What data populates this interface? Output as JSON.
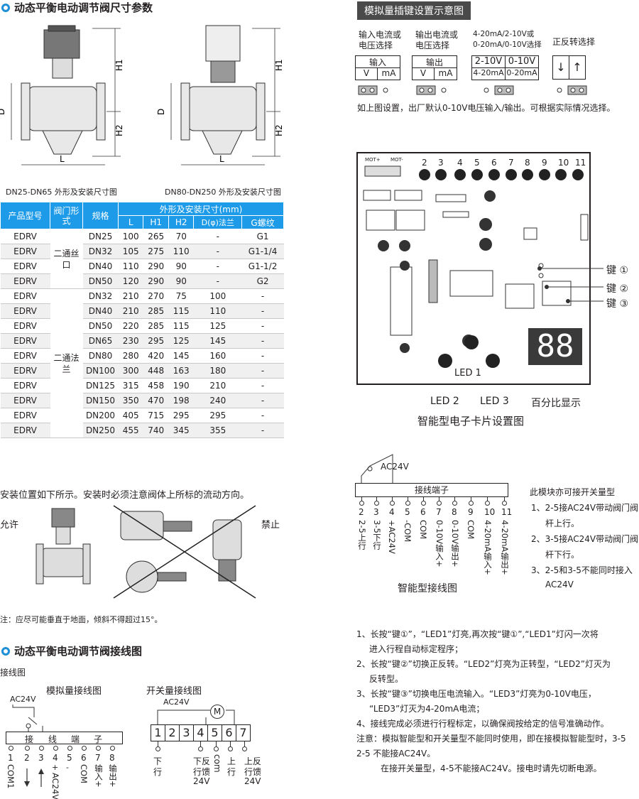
{
  "sections": {
    "dims_title": "动态平衡电动调节阀尺寸参数",
    "analog_title": "模拟量插键设置示意图",
    "wiring_title": "动态平衡电动调节阀接线图"
  },
  "drawings": {
    "caption_small": "DN25-DN65 外形及安装尺寸图",
    "caption_large": "DN80-DN250 外形及安装尺寸图",
    "dim_h1": "H1",
    "dim_h2": "H2",
    "dim_d": "D",
    "dim_l": "L"
  },
  "table": {
    "headers": {
      "model": "产品型号",
      "form": "阀门形式",
      "spec": "规格",
      "dims": "外形及安装尺寸(mm)",
      "l": "L",
      "h1": "H1",
      "h2": "H2",
      "flange": "D(φ)法兰",
      "thread": "G螺纹"
    },
    "group1_label": "二通丝口",
    "group2_label": "二通法兰",
    "rows": [
      [
        "EDRV",
        "DN25",
        "100",
        "265",
        "70",
        "-",
        "G1"
      ],
      [
        "EDRV",
        "DN32",
        "105",
        "275",
        "110",
        "-",
        "G1-1/4"
      ],
      [
        "EDRV",
        "DN40",
        "110",
        "290",
        "90",
        "-",
        "G1-1/2"
      ],
      [
        "EDRV",
        "DN50",
        "120",
        "290",
        "90",
        "-",
        "G2"
      ],
      [
        "EDRV",
        "DN32",
        "210",
        "270",
        "75",
        "100",
        "-"
      ],
      [
        "EDRV",
        "DN40",
        "210",
        "285",
        "115",
        "110",
        "-"
      ],
      [
        "EDRV",
        "DN50",
        "220",
        "285",
        "115",
        "125",
        "-"
      ],
      [
        "EDRV",
        "DN65",
        "230",
        "295",
        "125",
        "145",
        "-"
      ],
      [
        "EDRV",
        "DN80",
        "280",
        "420",
        "145",
        "160",
        "-"
      ],
      [
        "EDRV",
        "DN100",
        "300",
        "448",
        "163",
        "180",
        "-"
      ],
      [
        "EDRV",
        "DN125",
        "315",
        "458",
        "190",
        "210",
        "-"
      ],
      [
        "EDRV",
        "DN150",
        "350",
        "470",
        "198",
        "240",
        "-"
      ],
      [
        "EDRV",
        "DN200",
        "405",
        "715",
        "295",
        "295",
        "-"
      ],
      [
        "EDRV",
        "DN250",
        "455",
        "740",
        "345",
        "355",
        "-"
      ]
    ]
  },
  "install": {
    "text": "安装位置如下所示。安装时必须注意阀体上所标的流动方向。",
    "allow": "允许",
    "forbid": "禁止",
    "note": "注：应尽可能垂直于地面，倾斜不得超过15°。"
  },
  "jumpers": {
    "labels": [
      "输入电流或电压选择",
      "输出电流或电压选择",
      "4-20mA/2-10V或0-20mA/0-10V选择",
      "正反转选择"
    ],
    "label_lines": [
      [
        "输入电流或",
        "电压选择"
      ],
      [
        "输出电流或",
        "电压选择"
      ],
      [
        "4-20mA/2-10V或",
        "0-20mA/0-10V选择"
      ],
      [
        "正反转选择"
      ]
    ],
    "in_top": "输入",
    "in_v": "V",
    "in_ma": "mA",
    "out_top": "输出",
    "out_v": "V",
    "out_ma": "mA",
    "r1": "2-10V",
    "r2": "0-10V",
    "r3": "4-20mA",
    "r4": "0-20mA",
    "arrow_down": "↓",
    "arrow_up": "↑",
    "note": "如上图设置，出厂默认0-10V电压输入/输出。可根据实际情况选择。"
  },
  "card": {
    "terminal_numbers": [
      "2",
      "3",
      "4",
      "5",
      "6",
      "7",
      "8",
      "9",
      "10",
      "11"
    ],
    "mot_plus": "MOT+",
    "mot_minus": "MOT-",
    "key1": "键 ①",
    "key2": "键 ②",
    "key3": "键 ③",
    "led1": "LED 1",
    "led2": "LED 2",
    "led3": "LED 3",
    "display_value": "88",
    "display_label": "百分比显示",
    "caption": "智能型电子卡片设置图"
  },
  "smart_wiring": {
    "ac24v": "AC24V",
    "block_label": "接线端子",
    "terminals": [
      "2",
      "3",
      "4",
      "5",
      "6",
      "7",
      "8",
      "9",
      "10",
      "11"
    ],
    "functions": [
      "2-5上行",
      "3-5下行",
      "+AC24V",
      "-COM",
      "COM",
      "0-10V输入+",
      "0-10V输出+",
      "COM",
      "4-20mA输入+",
      "4-20mA输出+"
    ],
    "caption": "智能型接线图",
    "side_title": "此模块亦可接开关量型",
    "side_items": [
      "1、2-5接AC24V带动阀门阀杆上行。",
      "2、3-5接AC24V带动阀门阀杆下行。",
      "3、2-5和3-5不能同时接入AC24V"
    ],
    "side_lines": [
      [
        "1、2-5接AC24V带动阀门阀",
        "杆上行。"
      ],
      [
        "2、3-5接AC24V带动阀门阀",
        "杆下行。"
      ],
      [
        "3、2-5和3-5不能同时接入",
        "AC24V"
      ]
    ]
  },
  "instructions": [
    [
      "1、长按“键①”，“LED1”灯亮,再次按“键①”,“LED1”灯闪一次将",
      "进入行程自动标定程序；"
    ],
    [
      "2、长按“键②”切换正反转。“LED2”灯亮为正转型，“LED2”灯灭为",
      "反转型。"
    ],
    [
      "3、长按“键③”切换电压电流输入。“LED3”灯亮为0-10V电压，",
      "“LED3”灯灭为4-20mA电流；"
    ],
    [
      "4、接线完成必须进行行程标定，以确保阀按给定的信号准确动作。"
    ],
    [
      "注意：模拟智能型和开关量型不能同时使用，即在接模拟智能型时，3-5",
      "2-5 不能接AC24V。"
    ],
    [
      "在接开关量型，4-5不能接AC24V。接电时请先切断电源。"
    ]
  ],
  "bottom_wiring": {
    "sub_label": "接线图",
    "analog_title": "模拟量接线图",
    "analog_ac": "AC24V",
    "analog_block": [
      "接",
      "线",
      "端",
      "子"
    ],
    "analog_terminals": [
      "1",
      "2",
      "3",
      "4",
      "5",
      "6",
      "7",
      "8"
    ],
    "analog_functions": [
      "COM1",
      "",
      "",
      "AC24V",
      "",
      "COM",
      "输入+",
      "输出+"
    ],
    "analog_sub": [
      "+",
      "-"
    ],
    "switch_title": "开关量接线图",
    "switch_ac": "AC24V",
    "switch_terminals": [
      "1",
      "2",
      "3",
      "4",
      "5",
      "6",
      "7"
    ],
    "switch_motor": "M",
    "switch_f1": [
      "下",
      "行"
    ],
    "switch_f4": [
      "下反",
      "行馈",
      "24V"
    ],
    "switch_f5": "com",
    "switch_f6": [
      "上",
      "行"
    ],
    "switch_f7": [
      "上反",
      "行馈",
      "24V"
    ]
  }
}
